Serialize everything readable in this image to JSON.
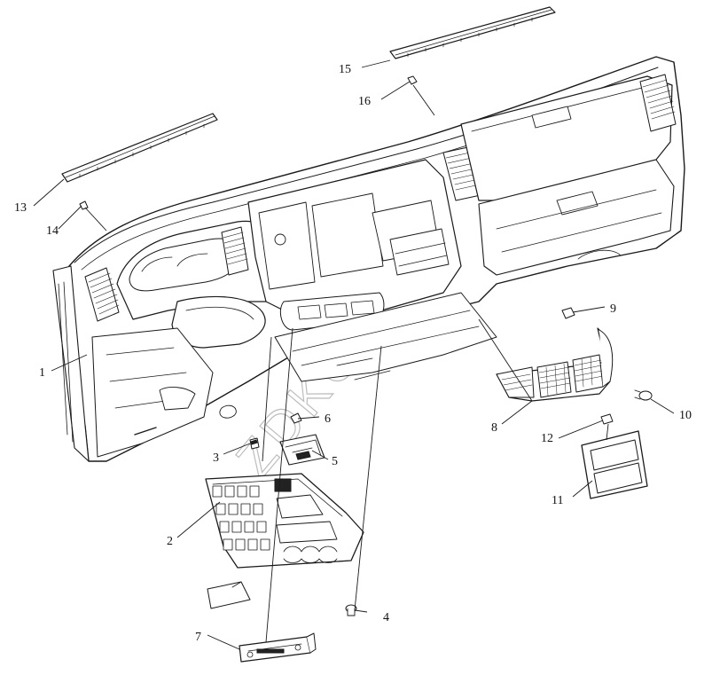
{
  "diagram": {
    "type": "exploded-parts-diagram",
    "callouts": [
      {
        "id": "1",
        "label": "1"
      },
      {
        "id": "2",
        "label": "2"
      },
      {
        "id": "3",
        "label": "3"
      },
      {
        "id": "4",
        "label": "4"
      },
      {
        "id": "5",
        "label": "5"
      },
      {
        "id": "6",
        "label": "6"
      },
      {
        "id": "7",
        "label": "7"
      },
      {
        "id": "8",
        "label": "8"
      },
      {
        "id": "9",
        "label": "9"
      },
      {
        "id": "10",
        "label": "10"
      },
      {
        "id": "11",
        "label": "11"
      },
      {
        "id": "12",
        "label": "12"
      },
      {
        "id": "13",
        "label": "13"
      },
      {
        "id": "14",
        "label": "14"
      },
      {
        "id": "15",
        "label": "15"
      },
      {
        "id": "16",
        "label": "16"
      }
    ],
    "watermark": "ZDKOLD.COM",
    "colors": {
      "line": "#1a1a1a",
      "background": "#ffffff",
      "watermark": "#bdbdbd"
    }
  }
}
